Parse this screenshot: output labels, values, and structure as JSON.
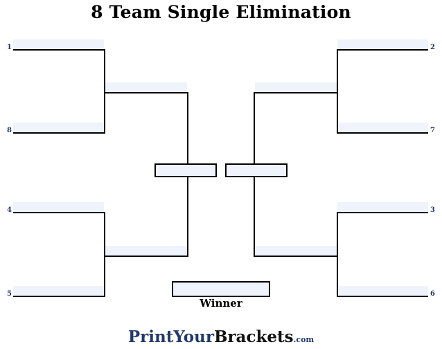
{
  "page": {
    "title": "8 Team Single Elimination",
    "background_color": "#ffffff",
    "line_color": "#000000",
    "slot_fill_color": "#eff3fb",
    "seed_color": "#23356b"
  },
  "bracket": {
    "type": "single-elimination",
    "team_count": 8,
    "rounds": 3,
    "winner_label": "Winner",
    "seeds": {
      "left_top_upper": "1",
      "left_top_lower": "8",
      "left_bottom_upper": "4",
      "left_bottom_lower": "5",
      "right_top_upper": "2",
      "right_top_lower": "7",
      "right_bottom_upper": "3",
      "right_bottom_lower": "6"
    },
    "matchups": [
      {
        "side": "left",
        "round": 1,
        "top_seed": "1",
        "bottom_seed": "8"
      },
      {
        "side": "left",
        "round": 1,
        "top_seed": "4",
        "bottom_seed": "5"
      },
      {
        "side": "right",
        "round": 1,
        "top_seed": "2",
        "bottom_seed": "7"
      },
      {
        "side": "right",
        "round": 1,
        "top_seed": "3",
        "bottom_seed": "6"
      }
    ],
    "entry_lines": {
      "round1_left_slots": 4,
      "round1_right_slots": 4,
      "round2_left_slots": 2,
      "round2_right_slots": 2,
      "final_boxes": 2,
      "champion_boxes": 1
    }
  },
  "footer": {
    "brand_part1": "PrintYour",
    "brand_part2": "Brackets",
    "brand_part3": ".com"
  }
}
